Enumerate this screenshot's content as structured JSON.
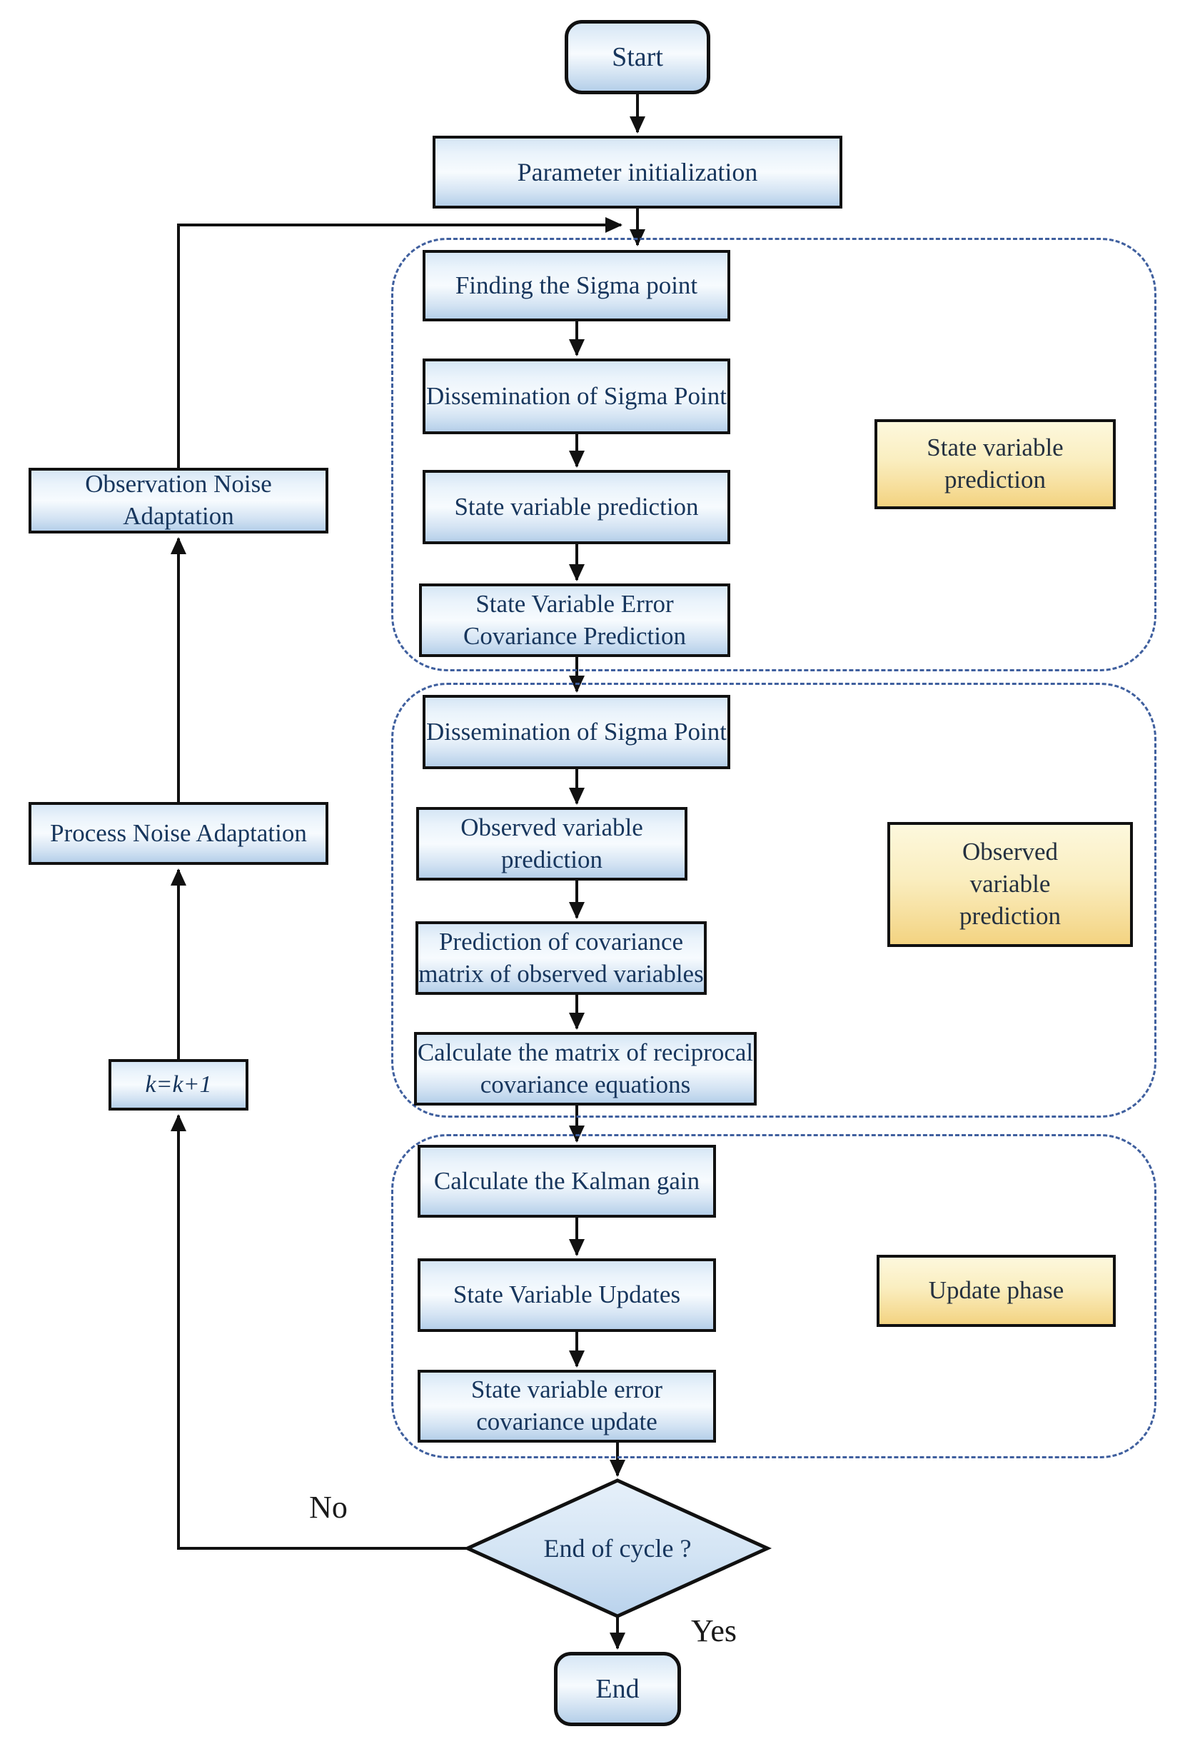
{
  "nodes": {
    "start": {
      "label": "Start"
    },
    "parameter_init": {
      "label": "Parameter initialization"
    },
    "finding_sigma": {
      "label": "Finding the Sigma point"
    },
    "dissemination_1": {
      "label": "Dissemination of Sigma Point"
    },
    "state_var_prediction": {
      "label": "State variable prediction"
    },
    "state_var_error_cov_prediction": {
      "label": "State Variable Error Covariance Prediction"
    },
    "dissemination_2": {
      "label": "Dissemination of Sigma Point"
    },
    "observed_var_prediction": {
      "label": "Observed variable prediction"
    },
    "prediction_cov_matrix": {
      "label": "Prediction of covariance matrix of observed variables"
    },
    "calc_reciprocal_cov": {
      "label": "Calculate the matrix of reciprocal covariance equations"
    },
    "calc_kalman_gain": {
      "label": "Calculate the Kalman gain"
    },
    "state_var_updates": {
      "label": "State Variable Updates"
    },
    "state_var_error_cov_update": {
      "label": "State variable error covariance update"
    },
    "observation_noise_adaptation": {
      "label": "Observation Noise Adaptation"
    },
    "process_noise_adaptation": {
      "label": "Process Noise Adaptation"
    },
    "k_increment": {
      "label": "k=k+1"
    },
    "end": {
      "label": "End"
    }
  },
  "phase_labels": {
    "state_variable_prediction": {
      "label": "State variable prediction"
    },
    "observed_variable_prediction": {
      "label": "Observed variable prediction"
    },
    "update_phase": {
      "label": "Update phase"
    }
  },
  "decision": {
    "label": "End of cycle ?",
    "yes_label": "Yes",
    "no_label": "No"
  },
  "colors": {
    "box-top": "#d6e6f5",
    "box-bottom": "#b5cfe9",
    "yellow-top": "#fdf8dd",
    "yellow-bottom": "#f3d381",
    "border": "#111111",
    "dashed": "#3f5f9e",
    "text": "#17365d",
    "connector": "#111111"
  }
}
